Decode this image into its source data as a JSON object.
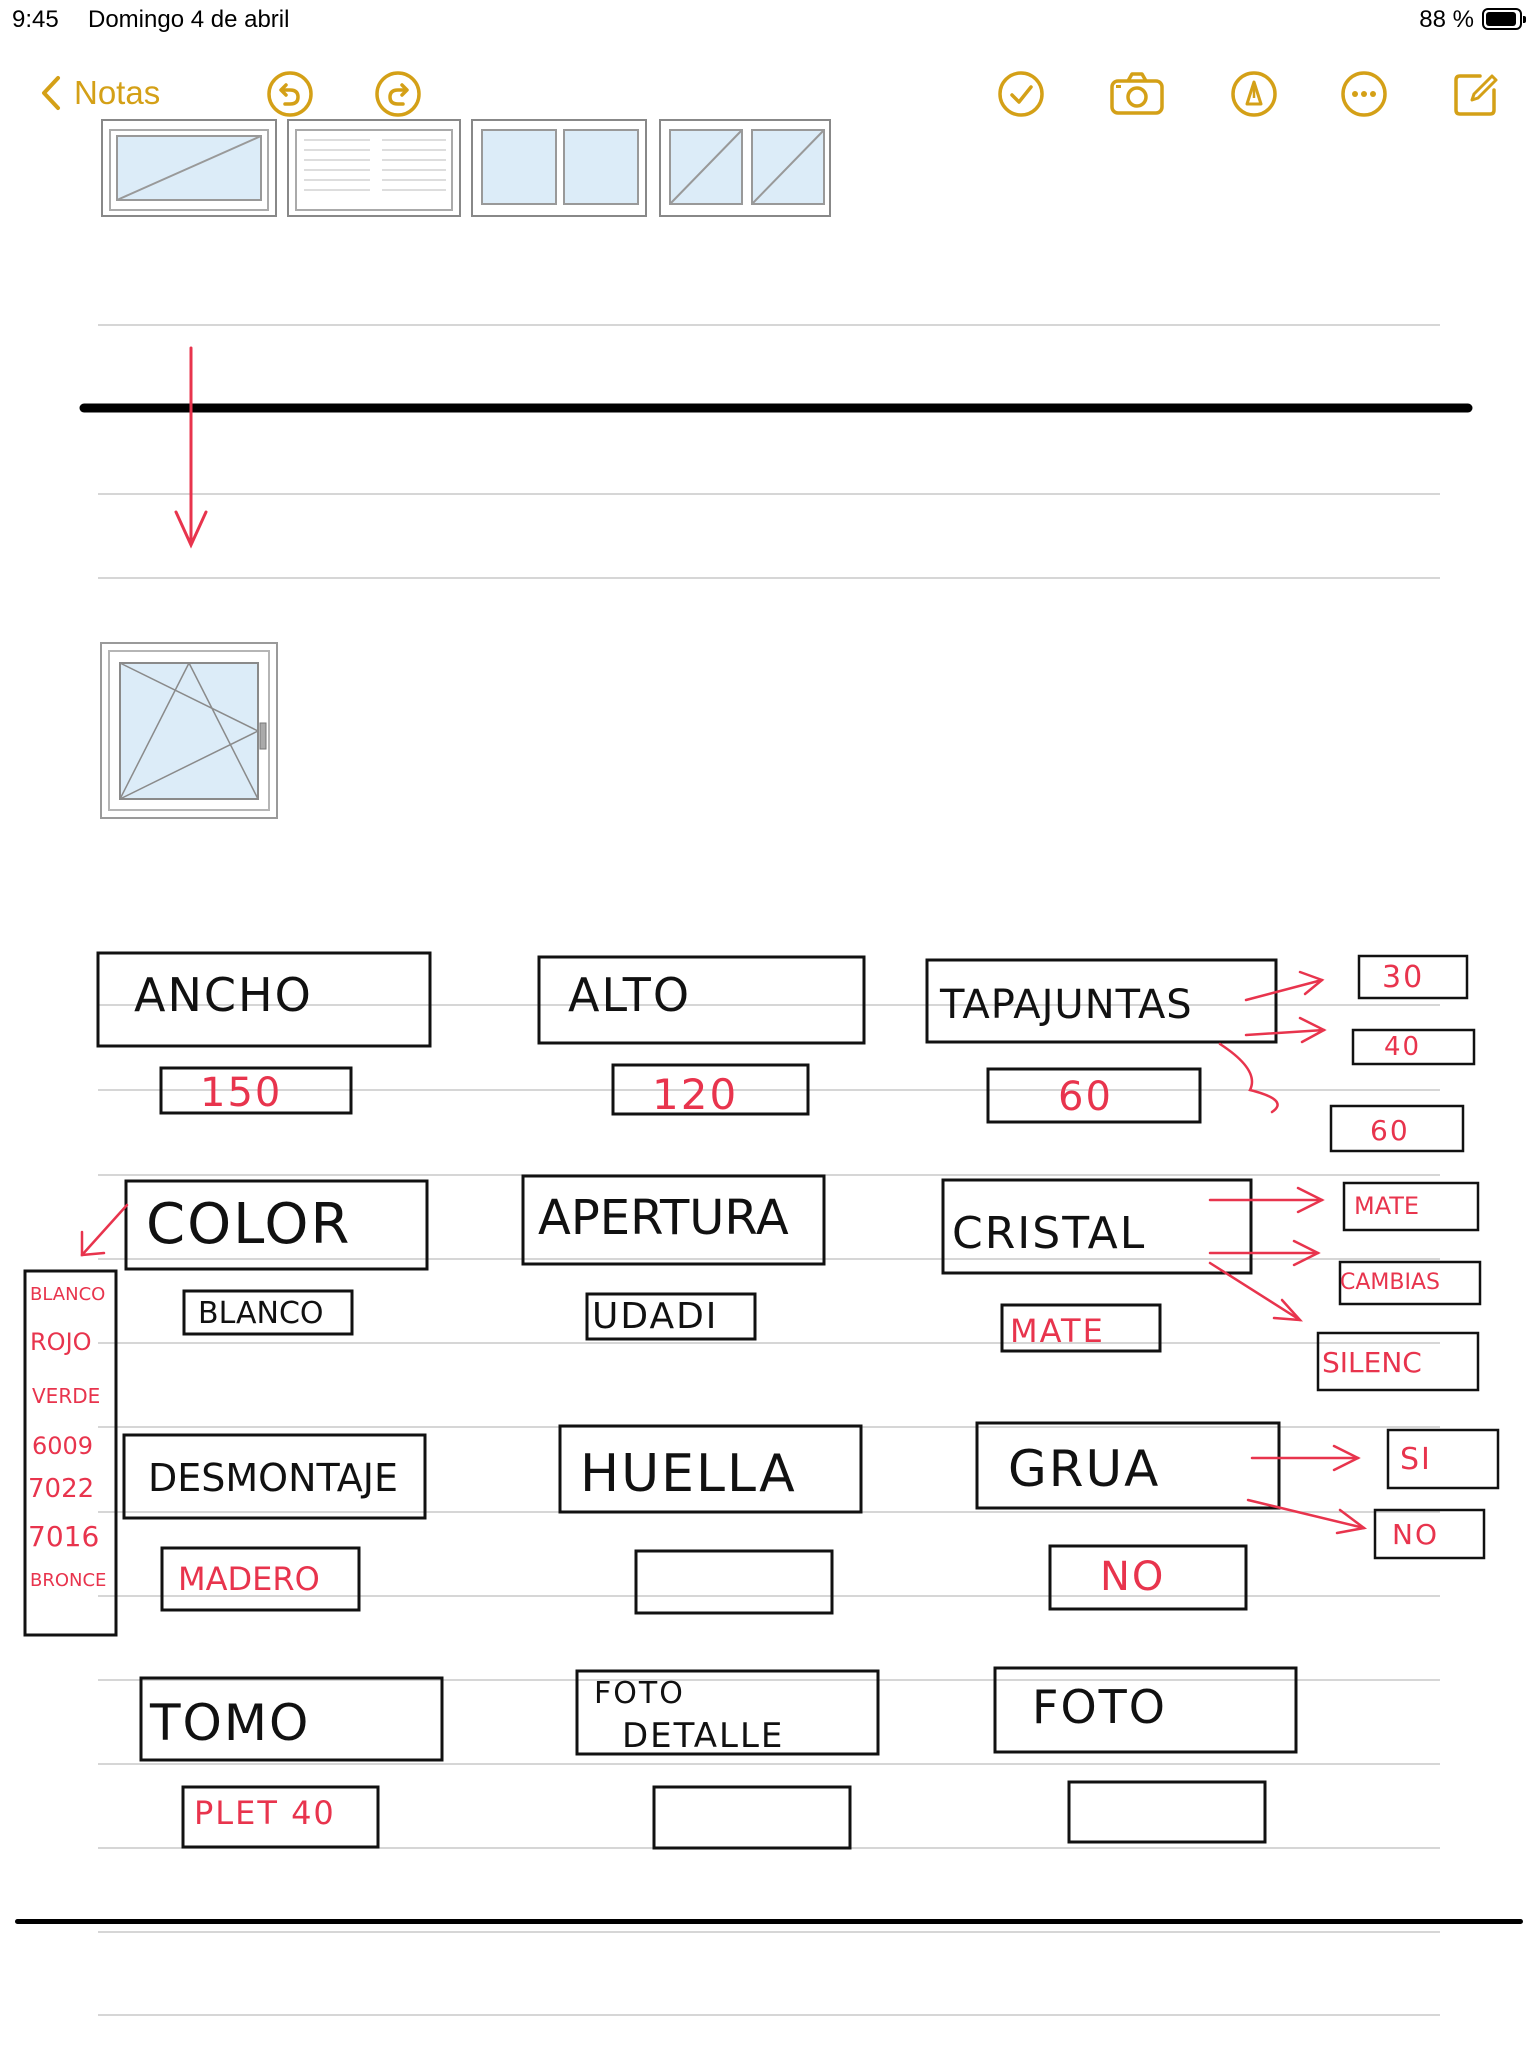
{
  "status_bar": {
    "time": "9:45",
    "date": "Domingo 4 de abril",
    "battery": "88 %"
  },
  "toolbar": {
    "back_label": "Notas",
    "icons": [
      "undo-icon",
      "redo-icon",
      "checklist-icon",
      "camera-icon",
      "markup-pen-icon",
      "more-icon",
      "compose-icon"
    ],
    "accent_color": "#D4A017"
  },
  "form": {
    "ancho": {
      "label": "ANCHO",
      "value": "150"
    },
    "alto": {
      "label": "ALTO",
      "value": "120"
    },
    "tapajuntas": {
      "label": "TAPAJUNTAS",
      "value": "60",
      "options": [
        "30",
        "40",
        "60"
      ]
    },
    "color": {
      "label": "COLOR",
      "value": "BLANCO",
      "options": [
        "BLANCO",
        "ROJO",
        "VERDE",
        "6009",
        "7022",
        "7016",
        "BRONCE"
      ]
    },
    "apertura": {
      "label": "APERTURA",
      "value": "UDADI"
    },
    "cristal": {
      "label": "CRISTAL",
      "value": "MATE",
      "options": [
        "MATE",
        "CAMBIAS",
        "SILENC"
      ]
    },
    "desmontaje": {
      "label": "DESMONTAJE",
      "value": "MADERO"
    },
    "huella": {
      "label": "HUELLA",
      "value": ""
    },
    "grua": {
      "label": "GRUA",
      "value": "NO",
      "options": [
        "SI",
        "NO"
      ]
    },
    "tomo": {
      "label": "TOMO",
      "value": "PLET 40"
    },
    "foto_detalle": {
      "label_line1": "FOTO",
      "label_line2": "DETALLE",
      "value": ""
    },
    "foto": {
      "label": "FOTO",
      "value": ""
    }
  },
  "colors": {
    "ink_black": "#111111",
    "ink_red": "#e8344d",
    "ruled_line": "#c9c9c9"
  }
}
